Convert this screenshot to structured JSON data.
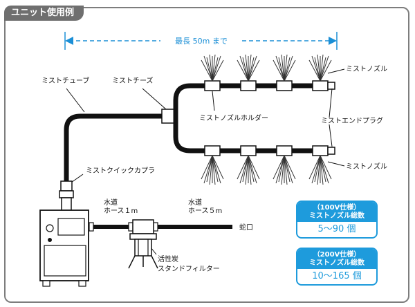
{
  "title_tab": "ユニット使用例",
  "dimension": {
    "label": "最長 50m まで"
  },
  "labels": {
    "mist_tube": "ミストチューブ",
    "mist_tees": "ミストチーズ",
    "mist_nozzle_top": "ミストノズル",
    "mist_nozzle_holder": "ミストノズルホルダー",
    "mist_end_plug": "ミストエンドプラグ",
    "mist_nozzle_bottom": "ミストノズル",
    "mist_quick_coupler": "ミストクイックカプラ",
    "hose_1m_line1": "水道",
    "hose_1m_line2": "ホース１m",
    "hose_5m_line1": "水道",
    "hose_5m_line2": "ホース５m",
    "faucet": "蛇口",
    "filter_line1": "活性炭",
    "filter_line2": "スタンドフィルター"
  },
  "spec_100v": {
    "line1": "（100V仕様）",
    "line2": "ミストノズル総数",
    "value": "5～90 個"
  },
  "spec_200v": {
    "line1": "（200V仕様）",
    "line2": "ミストノズル総数",
    "value": "10～165 個"
  },
  "colors": {
    "accent": "#1e9bdc",
    "dimension": "#1b8fd6",
    "frame": "#7d7d7d",
    "line": "#111111"
  }
}
